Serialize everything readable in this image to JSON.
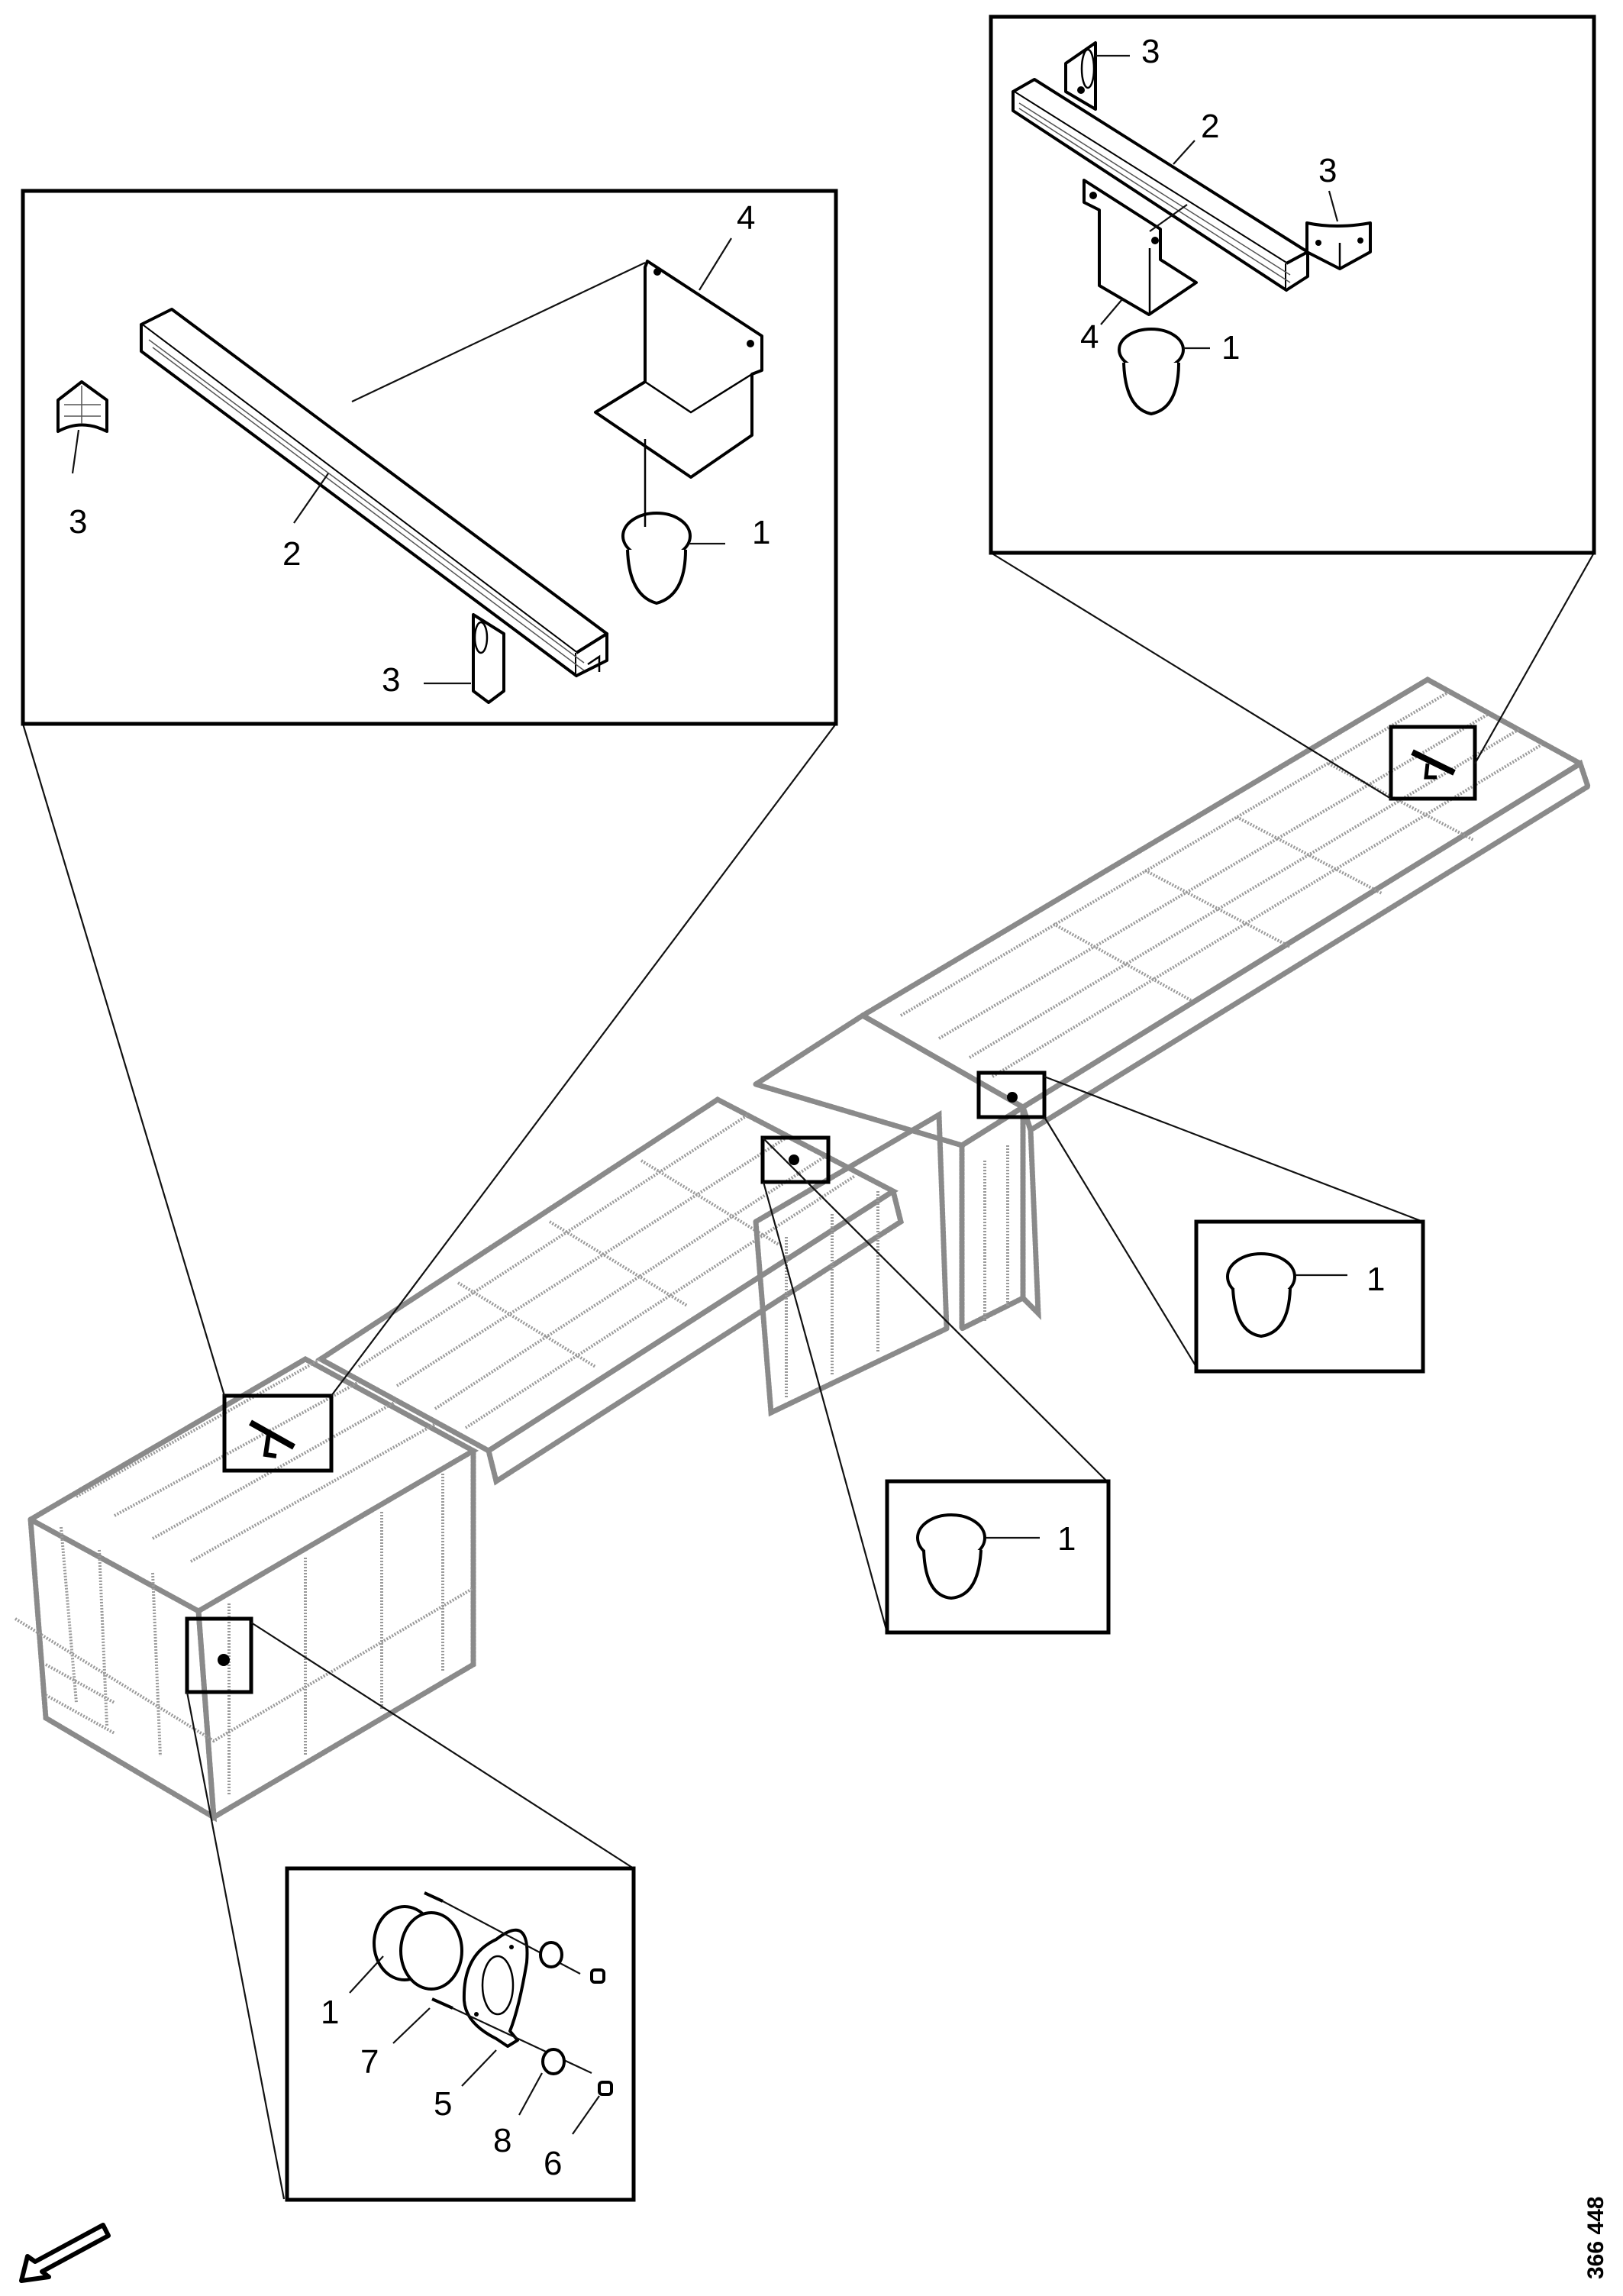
{
  "drawing": {
    "title": "Bus body frame with roof-mounted camera/dome brackets",
    "drawing_number": "366 448",
    "orientation_arrow": "direction-of-travel-arrow"
  },
  "details": {
    "top_left": {
      "callouts": [
        {
          "label": "4",
          "part": "angle bracket"
        },
        {
          "label": "3",
          "part": "end cap (left)"
        },
        {
          "label": "2",
          "part": "rail profile"
        },
        {
          "label": "1",
          "part": "dome"
        },
        {
          "label": "3",
          "part": "end cap (right)"
        }
      ]
    },
    "top_right": {
      "callouts": [
        {
          "label": "3",
          "part": "end cap (upper)"
        },
        {
          "label": "2",
          "part": "rail profile"
        },
        {
          "label": "3",
          "part": "end cap (right)"
        },
        {
          "label": "4",
          "part": "angle bracket"
        },
        {
          "label": "1",
          "part": "dome"
        }
      ]
    },
    "mid_right": {
      "callouts": [
        {
          "label": "1",
          "part": "dome"
        }
      ]
    },
    "mid_center": {
      "callouts": [
        {
          "label": "1",
          "part": "dome"
        }
      ]
    },
    "bottom_left": {
      "callouts": [
        {
          "label": "1",
          "part": "dome"
        },
        {
          "label": "7",
          "part": "screw"
        },
        {
          "label": "5",
          "part": "mounting flange"
        },
        {
          "label": "8",
          "part": "washer"
        },
        {
          "label": "6",
          "part": "nut"
        }
      ]
    }
  }
}
